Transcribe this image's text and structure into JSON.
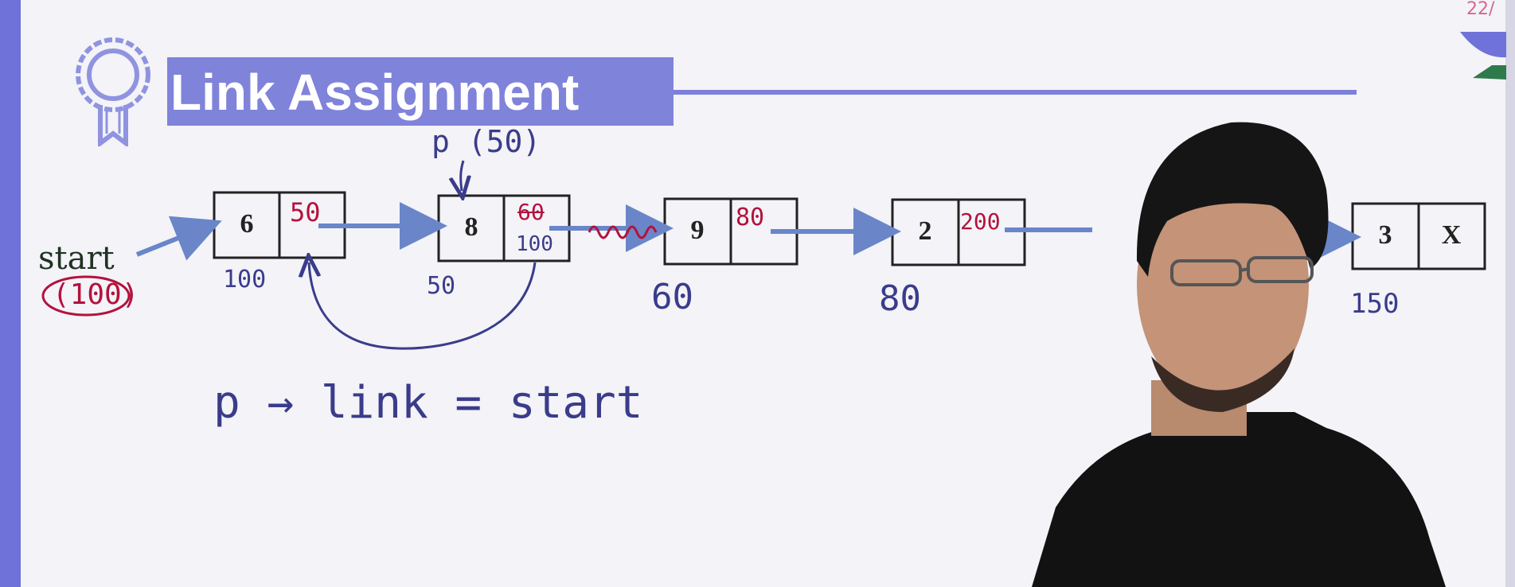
{
  "title": "Link Assignment",
  "start": {
    "label": "start",
    "address": "(100)"
  },
  "pointer_annotation": "p (50)",
  "nodes": [
    {
      "value": "6",
      "link": "50",
      "address": "100"
    },
    {
      "value": "8",
      "link_old": "60",
      "link_new": "100",
      "address": "50"
    },
    {
      "value": "9",
      "link": "80",
      "address": "60"
    },
    {
      "value": "2",
      "link": "200",
      "address": "80"
    },
    {
      "value": "3",
      "link": "X",
      "address": "150"
    }
  ],
  "statement": "p → link = start",
  "colors": {
    "accent": "#8083da",
    "arrow": "#6a86c9",
    "ink_blue": "#3a3c8a",
    "ink_red": "#b3123c"
  }
}
